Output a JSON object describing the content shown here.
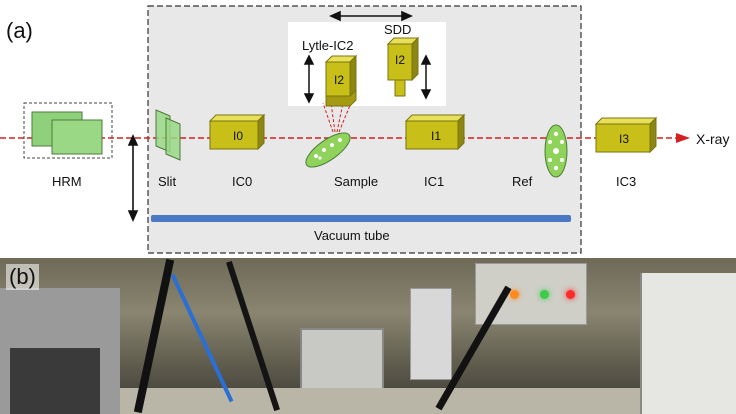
{
  "panel_a": {
    "label": "(a)",
    "components": {
      "hrm": "HRM",
      "slit": "Slit",
      "ic0": "IC0",
      "ic0_tag": "I0",
      "sample": "Sample",
      "ic1": "IC1",
      "ic1_tag": "I1",
      "ref": "Ref",
      "ic3": "IC3",
      "ic3_tag": "I3",
      "lytle": "Lytle-IC2",
      "lytle_tag": "I2",
      "sdd": "SDD",
      "sdd_tag": "I2"
    },
    "beam_label": "X-ray",
    "vacuum_label": "Vacuum tube",
    "colors": {
      "beam": "#d42020",
      "chamber": "#d4d2a0",
      "chamber_dark": "#a8a020",
      "hrm": "#8fd17a",
      "sample": "#8fd35a",
      "vacuum": "#4a78c4",
      "box_bg": "#e8e8e8"
    }
  },
  "panel_b": {
    "label": "(b)"
  }
}
